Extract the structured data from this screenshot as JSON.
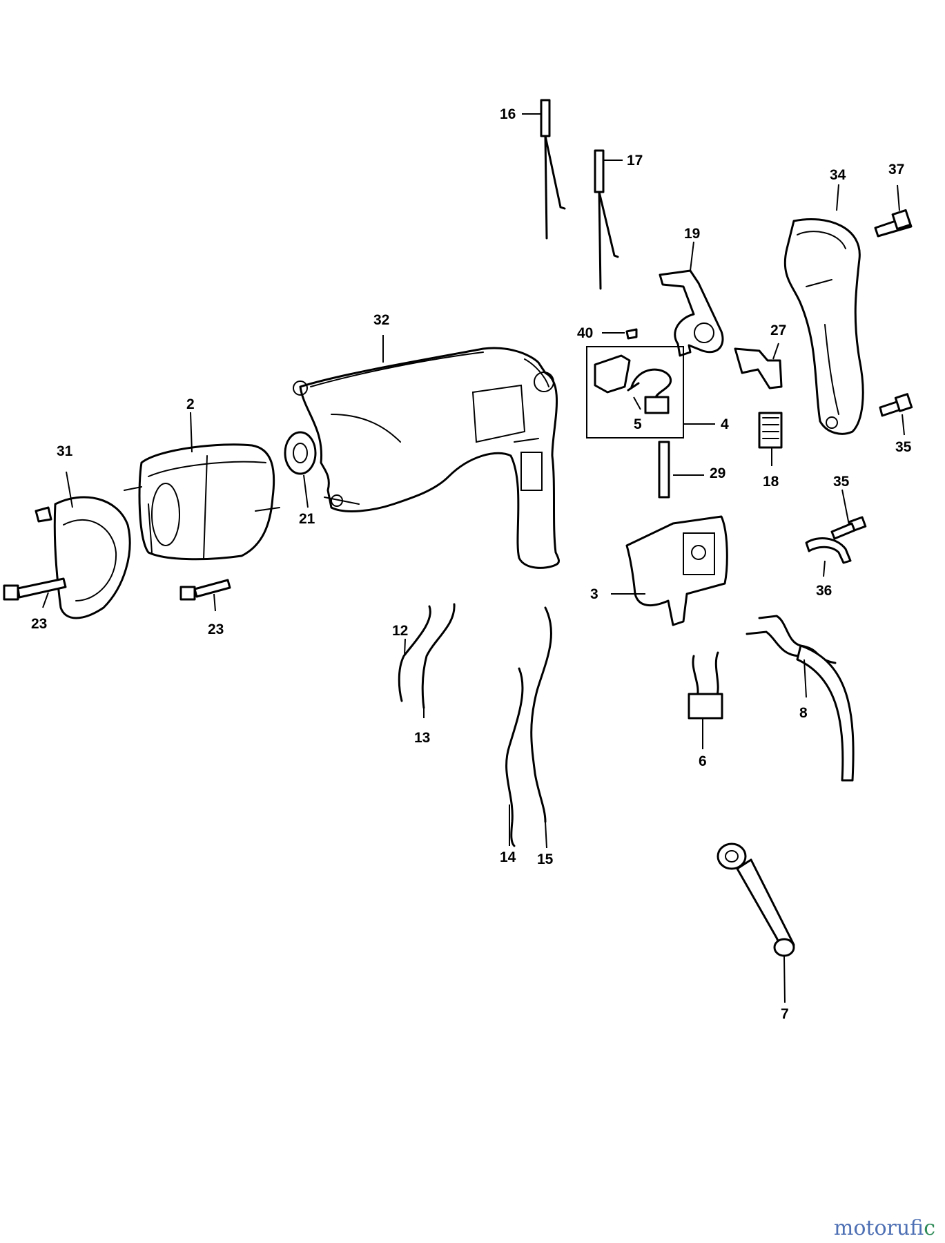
{
  "callouts": [
    {
      "id": "c16",
      "label": "16"
    },
    {
      "id": "c17",
      "label": "17"
    },
    {
      "id": "c34",
      "label": "34"
    },
    {
      "id": "c37",
      "label": "37"
    },
    {
      "id": "c19",
      "label": "19"
    },
    {
      "id": "c32",
      "label": "32"
    },
    {
      "id": "c40",
      "label": "40"
    },
    {
      "id": "c27",
      "label": "27"
    },
    {
      "id": "c2",
      "label": "2"
    },
    {
      "id": "c5",
      "label": "5"
    },
    {
      "id": "c4",
      "label": "4"
    },
    {
      "id": "c35a",
      "label": "35"
    },
    {
      "id": "c31",
      "label": "31"
    },
    {
      "id": "c21",
      "label": "21"
    },
    {
      "id": "c29",
      "label": "29"
    },
    {
      "id": "c18",
      "label": "18"
    },
    {
      "id": "c35b",
      "label": "35"
    },
    {
      "id": "c3",
      "label": "3"
    },
    {
      "id": "c36",
      "label": "36"
    },
    {
      "id": "c23a",
      "label": "23"
    },
    {
      "id": "c23b",
      "label": "23"
    },
    {
      "id": "c12",
      "label": "12"
    },
    {
      "id": "c13",
      "label": "13"
    },
    {
      "id": "c8",
      "label": "8"
    },
    {
      "id": "c6",
      "label": "6"
    },
    {
      "id": "c14",
      "label": "14"
    },
    {
      "id": "c15",
      "label": "15"
    },
    {
      "id": "c7",
      "label": "7"
    }
  ],
  "watermark": {
    "part1": "motoruf",
    "part2": "i",
    "part3": "c"
  }
}
